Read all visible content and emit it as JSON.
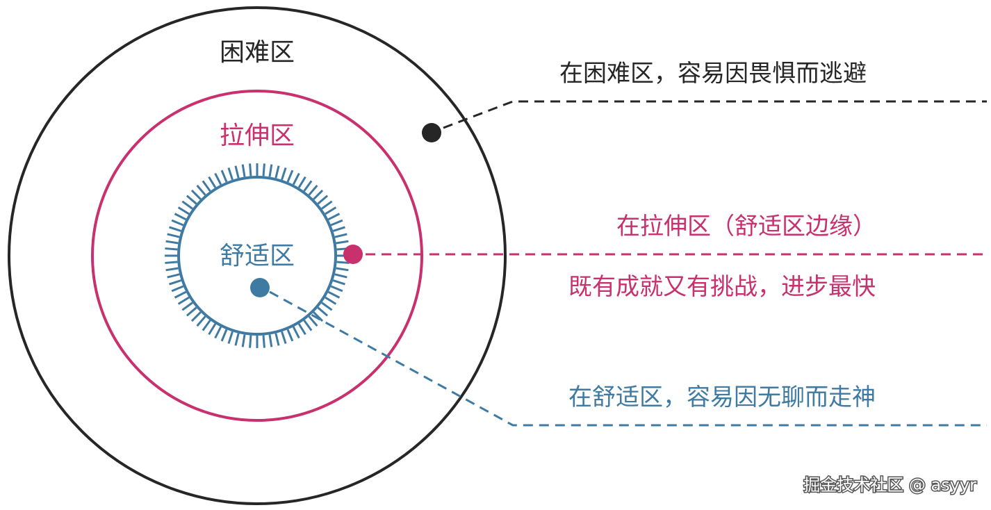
{
  "colors": {
    "outer": "#262626",
    "middle": "#c8306e",
    "inner": "#3f7aa3",
    "background": "#ffffff"
  },
  "zones": {
    "outer_label": "困难区",
    "middle_label": "拉伸区",
    "inner_label": "舒适区"
  },
  "annotations": {
    "difficult": "在困难区，容易因畏惧而逃避",
    "stretch_title": "在拉伸区（舒适区边缘）",
    "stretch_desc": "既有成就又有挑战，进步最快",
    "comfort": "在舒适区，容易因无聊而走神"
  },
  "watermark": "掘金技术社区 @ asyyr"
}
